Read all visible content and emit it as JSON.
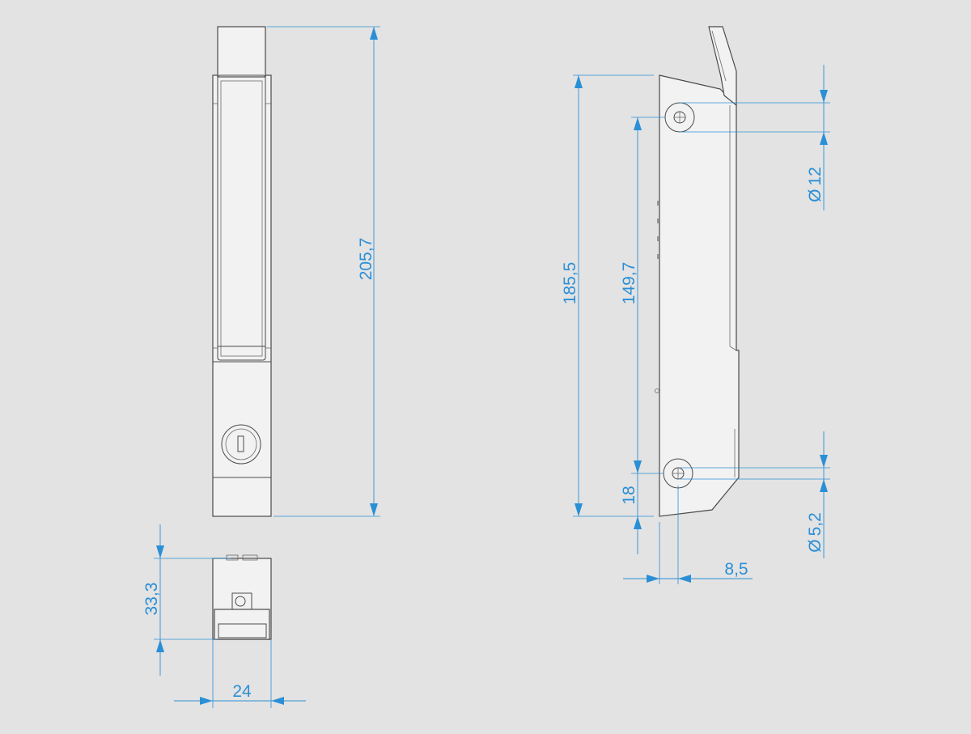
{
  "colors": {
    "background": "#e3e3e3",
    "part_fill": "#f2f2f2",
    "outline": "#4a4a4a",
    "dimension": "#2b8fd6"
  },
  "dimensions": {
    "front_height": "205,7",
    "front_depth": "33,3",
    "front_width": "24",
    "side_total": "185,5",
    "side_hole_spacing": "149,7",
    "side_bottom_offset": "18",
    "hole_large_dia": "12",
    "hole_small_dia": "5,2",
    "side_thickness": "8,5",
    "diameter_symbol": "Ø"
  }
}
